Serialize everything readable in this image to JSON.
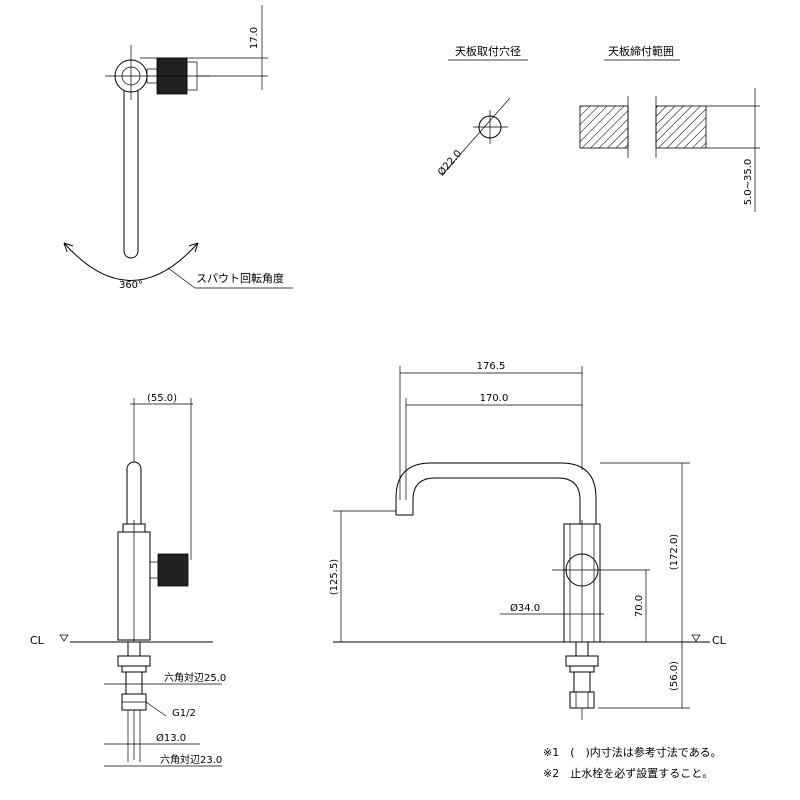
{
  "top_view": {
    "dim_handle_offset": "17.0",
    "rotation_angle": "360°",
    "rotation_caption": "スパウト回転角度"
  },
  "hole_detail": {
    "title": "天板取付穴径",
    "diameter": "Ø22.0"
  },
  "counter_detail": {
    "title": "天板締付範囲",
    "thickness_range": "5.0~35.0"
  },
  "side_view": {
    "dim_handle_projection": "(55.0)",
    "centerline_label": "CL",
    "hex_across_flats_upper": "六角対辺25.0",
    "thread_spec": "G1/2",
    "pipe_diameter": "Ø13.0",
    "hex_across_flats_lower": "六角対辺23.0"
  },
  "front_view": {
    "dim_spout_reach_outer": "176.5",
    "dim_spout_reach_inner": "170.0",
    "dim_total_height": "(172.0)",
    "dim_spout_height": "(125.5)",
    "dim_handle_diameter": "Ø34.0",
    "dim_handle_height": "70.0",
    "dim_below_counter": "(56.0)",
    "centerline_label": "CL"
  },
  "notes": [
    "※1　(　)内寸法は参考寸法である。",
    "※2　止水栓を必ず設置すること。"
  ]
}
